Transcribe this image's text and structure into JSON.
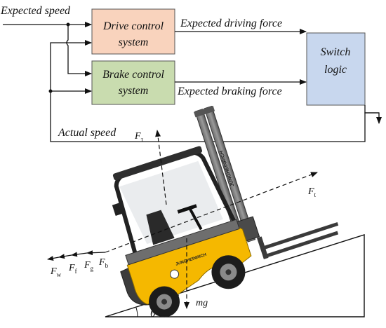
{
  "diagram": {
    "inputs": {
      "expected_speed": "Expected speed",
      "actual_speed": "Actual speed"
    },
    "blocks": {
      "drive": {
        "line1": "Drive control",
        "line2": "system",
        "color": "#f9d3bd"
      },
      "brake": {
        "line1": "Brake control",
        "line2": "system",
        "color": "#c9dcaf"
      },
      "switch": {
        "line1": "Switch",
        "line2": "logic",
        "color": "#c8d7ee"
      }
    },
    "signals": {
      "driving_force": "Expected driving force",
      "braking_force": "Expected  braking force"
    }
  },
  "forklift": {
    "brand_text": "JUNGHEINRICH",
    "body_color": "#f5b800"
  },
  "forces": {
    "F_t": {
      "main": "F",
      "sub": "t"
    },
    "F_tau": {
      "main": "F",
      "sub": "τ"
    },
    "F_w": {
      "main": "F",
      "sub": "w"
    },
    "F_f": {
      "main": "F",
      "sub": "f"
    },
    "F_g": {
      "main": "F",
      "sub": "g"
    },
    "F_b": {
      "main": "F",
      "sub": "b"
    },
    "mg": "mg",
    "theta": "θ"
  }
}
